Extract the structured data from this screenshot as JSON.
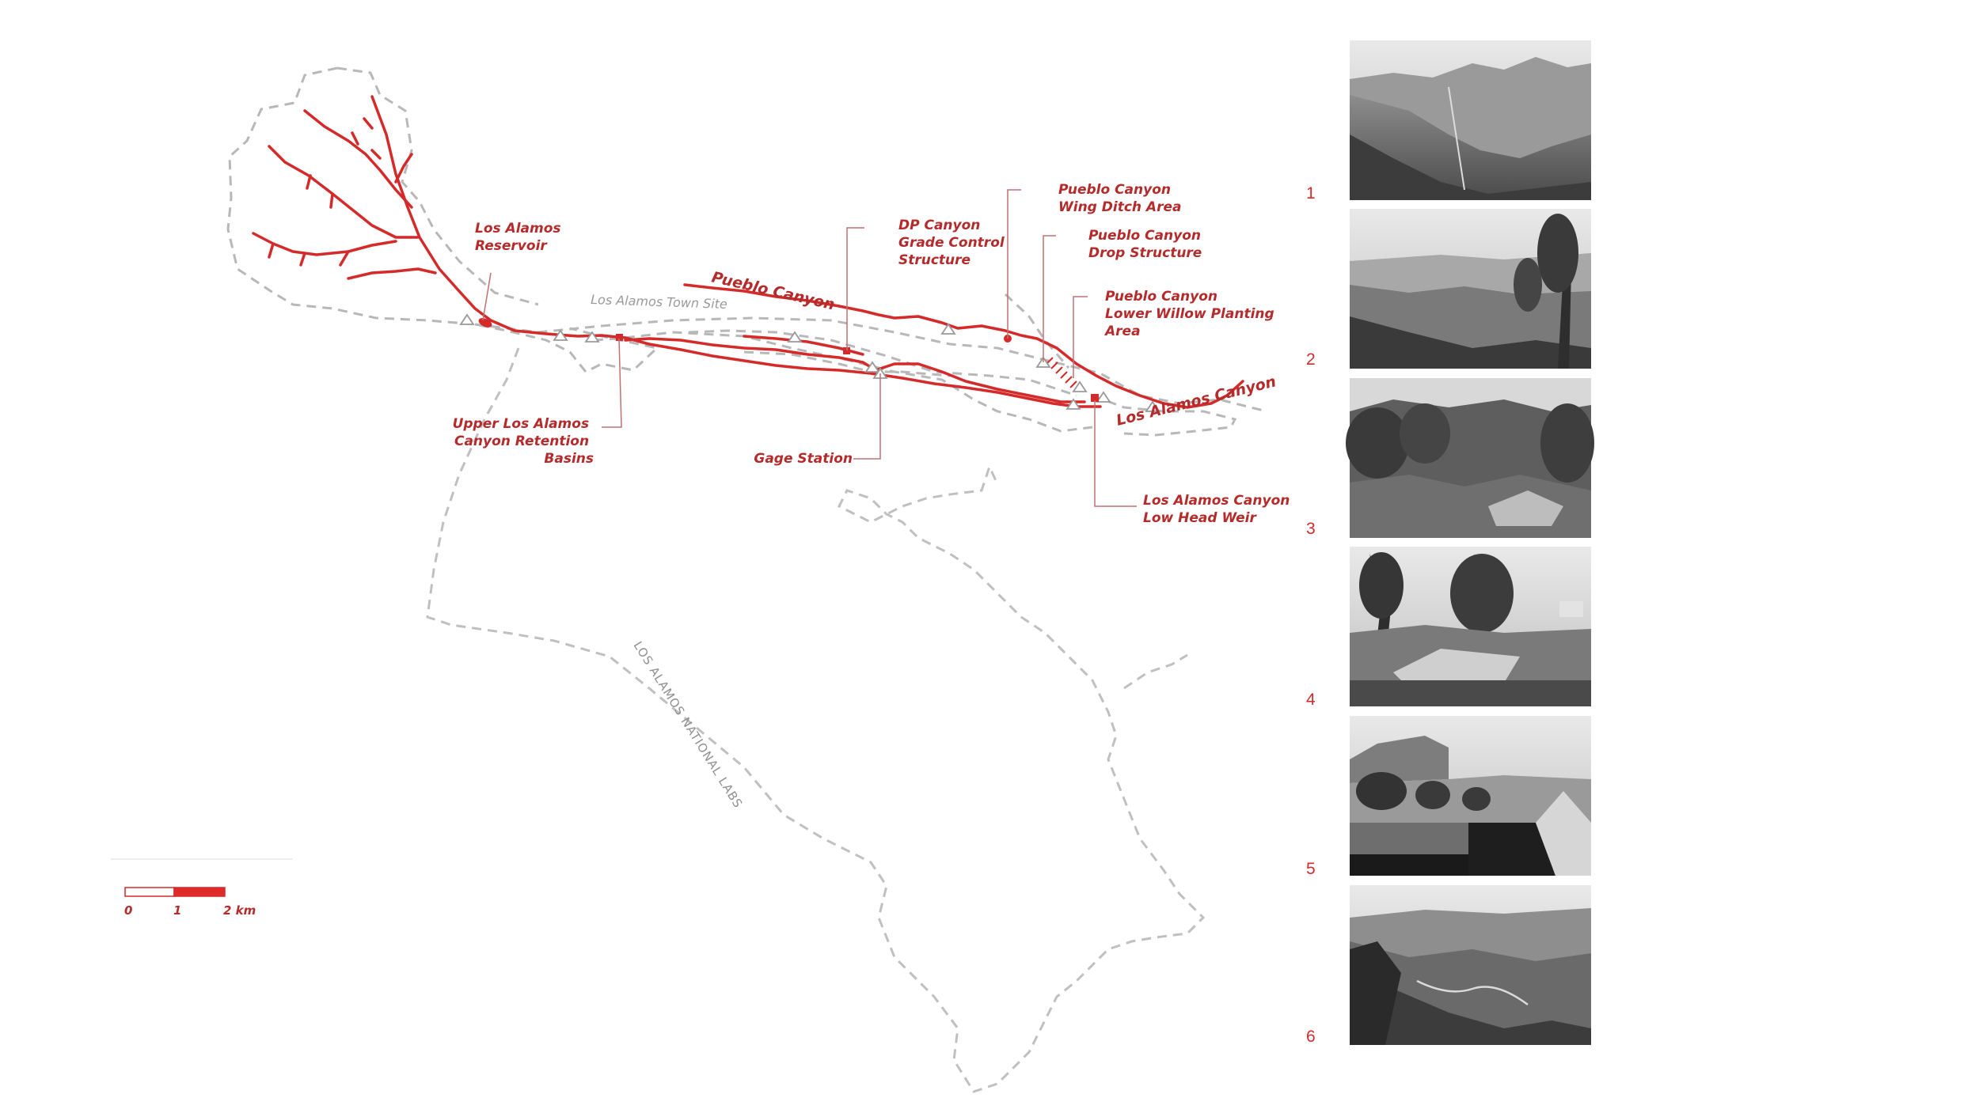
{
  "colors": {
    "accent_red": "#d42a2a",
    "label_red": "#b52a2a",
    "boundary_gray": "#b8b8b8",
    "text_gray": "#9a9a9a"
  },
  "map": {
    "town_site_label": "Los Alamos Town Site",
    "labs_label": "LOS ALAMOS NATIONAL LABS",
    "rivers": {
      "pueblo_canyon": "Pueblo Canyon",
      "los_alamos_canyon": "Los Alamos Canyon"
    },
    "sites": [
      {
        "id": "reservoir",
        "lines": [
          "Los Alamos",
          "Reservoir"
        ]
      },
      {
        "id": "dp_canyon",
        "lines": [
          "DP Canyon",
          "Grade Control",
          "Structure"
        ]
      },
      {
        "id": "wing_ditch",
        "lines": [
          "Pueblo Canyon",
          "Wing Ditch Area"
        ]
      },
      {
        "id": "drop_structure",
        "lines": [
          "Pueblo Canyon",
          "Drop Structure"
        ]
      },
      {
        "id": "willow_planting",
        "lines": [
          "Pueblo Canyon",
          "Lower Willow Planting",
          "Area"
        ]
      },
      {
        "id": "retention_basins",
        "lines": [
          "Upper Los Alamos",
          "Canyon Retention",
          "Basins"
        ]
      },
      {
        "id": "gage_station",
        "lines": [
          "Gage Station"
        ]
      },
      {
        "id": "low_head_weir",
        "lines": [
          "Los Alamos Canyon",
          "Low Head Weir"
        ]
      }
    ]
  },
  "scale_bar": {
    "ticks": [
      "0",
      "1",
      "2 km"
    ]
  },
  "photos": [
    {
      "number": "1",
      "icon": "mountain-canyon-photo"
    },
    {
      "number": "2",
      "icon": "valley-overlook-photo"
    },
    {
      "number": "3",
      "icon": "forest-canyon-photo"
    },
    {
      "number": "4",
      "icon": "weir-structure-photo"
    },
    {
      "number": "5",
      "icon": "mesa-pond-photo"
    },
    {
      "number": "6",
      "icon": "canyon-landscape-photo"
    }
  ]
}
